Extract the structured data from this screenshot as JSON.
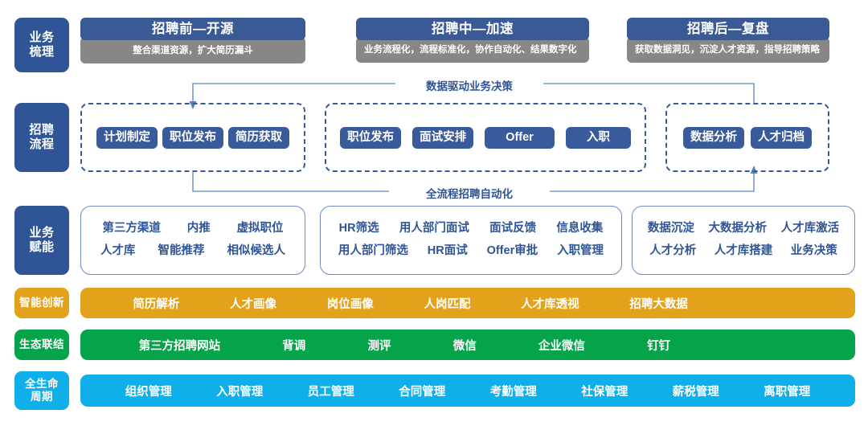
{
  "rows": {
    "business_review": {
      "label": "业务\n梳理"
    },
    "recruit_process": {
      "label": "招聘\n流程"
    },
    "business_enable": {
      "label": "业务\n赋能"
    },
    "smart_innovation": {
      "label": "智能创新"
    },
    "ecosystem": {
      "label": "生态联结"
    },
    "lifecycle": {
      "label": "全生命\n周期"
    }
  },
  "stages": [
    {
      "title": "招聘前—开源",
      "desc": "整合渠道资源，扩大简历漏斗",
      "center": true
    },
    {
      "title": "招聘中—加速",
      "desc": "业务流程化，流程标准化，协作自动化、结果数字化",
      "center": false
    },
    {
      "title": "招聘后—复盘",
      "desc": "获取数据洞见，沉淀人才资源，指导招聘策略",
      "center": false
    }
  ],
  "process_groups": [
    {
      "steps": [
        "计划制定",
        "职位发布",
        "简历获取"
      ]
    },
    {
      "steps": [
        "职位发布",
        "面试安排",
        "Offer",
        "入职"
      ]
    },
    {
      "steps": [
        "数据分析",
        "人才归档"
      ]
    }
  ],
  "captions": {
    "top": "数据驱动业务决策",
    "bottom": "全流程招聘自动化"
  },
  "enablement": [
    {
      "line1": [
        "第三方渠道",
        "内推",
        "虚拟职位"
      ],
      "line2": [
        "人才库",
        "智能推荐",
        "相似候选人"
      ]
    },
    {
      "line1": [
        "HR筛选",
        "用人部门面试",
        "面试反馈",
        "信息收集"
      ],
      "line2": [
        "用人部门筛选",
        "HR面试",
        "Offer审批",
        "入职管理"
      ]
    },
    {
      "line1": [
        "数据沉淀",
        "大数据分析",
        "人才库激活"
      ],
      "line2": [
        "人才分析",
        "人才库搭建",
        "业务决策"
      ]
    }
  ],
  "bars": {
    "smart_innovation": [
      "简历解析",
      "人才画像",
      "岗位画像",
      "人岗匹配",
      "人才库透视",
      "招聘大数据"
    ],
    "ecosystem": [
      "第三方招聘网站",
      "背调",
      "测评",
      "微信",
      "企业微信",
      "钉钉"
    ],
    "lifecycle": [
      "组织管理",
      "入职管理",
      "员工管理",
      "合同管理",
      "考勤管理",
      "社保管理",
      "薪税管理",
      "离职管理"
    ]
  },
  "colors": {
    "navy": "#2F5597",
    "stage_head": "#3A5A96",
    "stage_body": "#878787",
    "pill": "#3A5B9B",
    "orange": "#E2A21B",
    "green": "#05A44B",
    "cyan": "#0FAFEA",
    "wire": "#7799CC"
  }
}
